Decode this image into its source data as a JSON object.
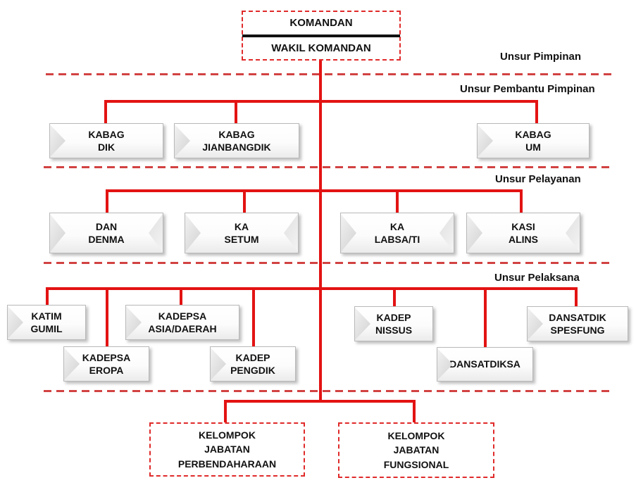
{
  "diagram": {
    "type": "org-chart",
    "title_box": {
      "top": "KOMANDAN",
      "bottom": "WAKIL KOMANDAN"
    },
    "section_labels": {
      "pimpinan": "Unsur Pimpinan",
      "pembantu_pimpinan": "Unsur Pembantu Pimpinan",
      "pelayanan": "Unsur Pelayanan",
      "pelaksana": "Unsur Pelaksana"
    },
    "nodes": [
      {
        "id": "kabag-dik",
        "lines": [
          "KABAG",
          "DIK"
        ]
      },
      {
        "id": "kabag-jianbangdik",
        "lines": [
          "KABAG",
          "JIANBANGDIK"
        ]
      },
      {
        "id": "kabag-um",
        "lines": [
          "KABAG",
          "UM"
        ]
      },
      {
        "id": "dan-denma",
        "lines": [
          "DAN",
          "DENMA"
        ]
      },
      {
        "id": "ka-setum",
        "lines": [
          "KA",
          "SETUM"
        ]
      },
      {
        "id": "ka-labsa-ti",
        "lines": [
          "KA",
          "LABSA/TI"
        ]
      },
      {
        "id": "kasi-alins",
        "lines": [
          "KASI",
          "ALINS"
        ]
      },
      {
        "id": "katim-gumil",
        "lines": [
          "KATIM",
          "GUMIL"
        ]
      },
      {
        "id": "kadepsa-asia-daerah",
        "lines": [
          "KADEPSA",
          "ASIA/DAERAH"
        ]
      },
      {
        "id": "kadep-nissus",
        "lines": [
          "KADEP",
          "NISSUS"
        ]
      },
      {
        "id": "dansatdik-spesfung",
        "lines": [
          "DANSATDIK",
          "SPESFUNG"
        ]
      },
      {
        "id": "kadepsa-eropa",
        "lines": [
          "KADEPSA",
          "EROPA"
        ]
      },
      {
        "id": "kadep-pengdik",
        "lines": [
          "KADEP",
          "PENGDIK"
        ]
      },
      {
        "id": "dansatdiksa",
        "lines": [
          "DANSATDIKSA"
        ]
      }
    ],
    "groups": [
      {
        "id": "kelompok-jabatan-perbendaharaan",
        "lines": [
          "KELOMPOK",
          "JABATAN",
          "PERBENDAHARAAN"
        ]
      },
      {
        "id": "kelompok-jabatan-fungsional",
        "lines": [
          "KELOMPOK",
          "JABATAN",
          "FUNGSIONAL"
        ]
      }
    ],
    "colors": {
      "connector_red": "#e31313",
      "divider_red": "#d24242",
      "dashed_border_red": "#e02a2a",
      "node_border_gray": "#b9b9b9",
      "text_black": "#111111"
    }
  }
}
